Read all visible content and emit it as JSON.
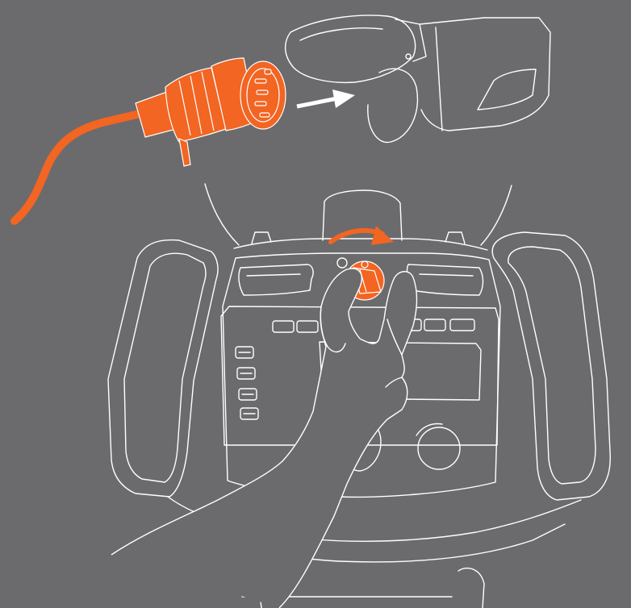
{
  "illustration": {
    "steps": [
      {
        "id": "connect-plug",
        "icon": "plug-into-socket"
      },
      {
        "id": "turn-main-switch",
        "icon": "rotate-switch-clockwise"
      }
    ],
    "colors": {
      "background": "#6b6b6d",
      "line": "#ffffff",
      "accent": "#f26522"
    }
  }
}
